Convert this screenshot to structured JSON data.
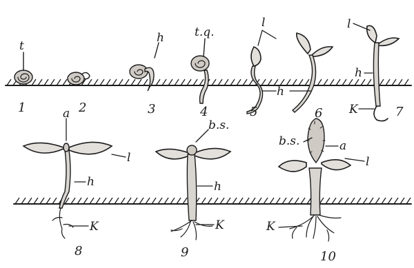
{
  "stages": [
    {
      "number": "1",
      "labels": [
        "t"
      ]
    },
    {
      "number": "2",
      "labels": []
    },
    {
      "number": "3",
      "labels": [
        "h"
      ]
    },
    {
      "number": "4",
      "labels": [
        "t.q."
      ]
    },
    {
      "number": "5",
      "labels": [
        "l",
        "h"
      ]
    },
    {
      "number": "6",
      "labels": []
    },
    {
      "number": "7",
      "labels": [
        "l",
        "h",
        "K"
      ]
    },
    {
      "number": "8",
      "labels": [
        "a",
        "l",
        "h",
        "K"
      ]
    },
    {
      "number": "9",
      "labels": [
        "b.s.",
        "h",
        "K"
      ]
    },
    {
      "number": "10",
      "labels": [
        "b.s.",
        "a",
        "l",
        "K"
      ]
    }
  ]
}
